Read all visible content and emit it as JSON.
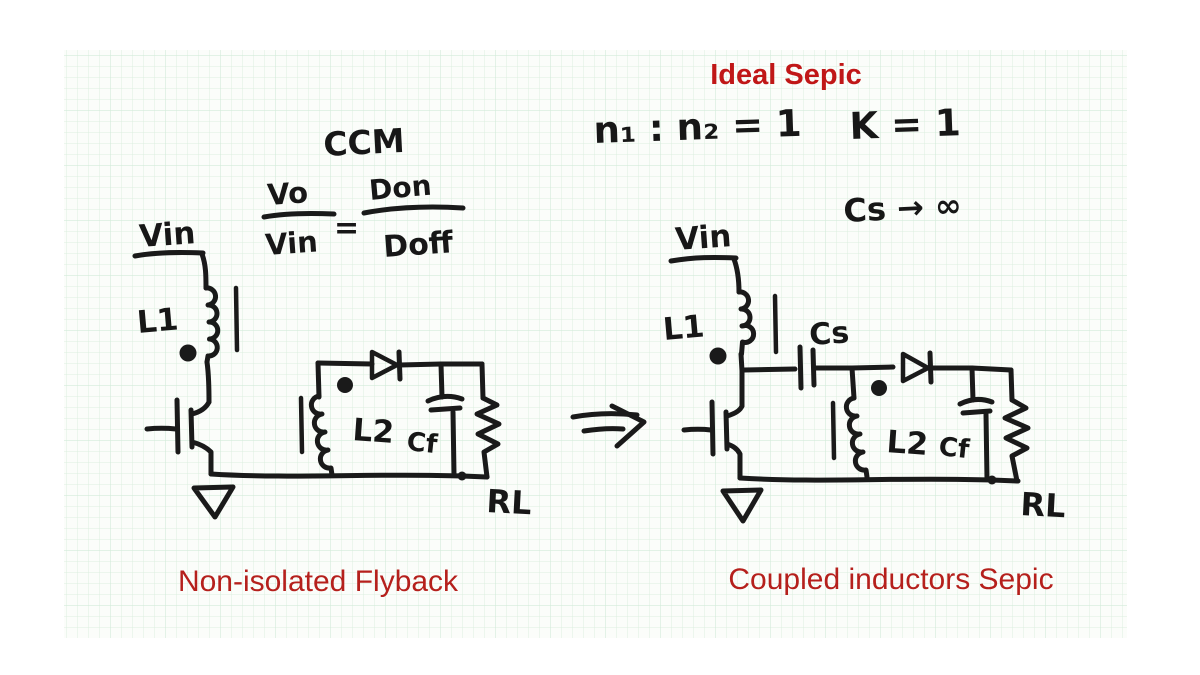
{
  "slide": {
    "title": "Ideal Sepic",
    "paper_color": "#fbfdfa",
    "grid_color": "#ddeee0",
    "grid_major_color": "#c8e6d2",
    "ink_color": "#1a1a1a",
    "title_color": "#c01717",
    "caption_color": "#b5201c"
  },
  "equations": {
    "ccm": "CCM",
    "vo": "Vo",
    "vin": "Vin",
    "equals": "=",
    "don": "Don",
    "doff": "Doff",
    "turns_ratio": "n₁ : n₂ = 1",
    "coupling": "K = 1",
    "cs_limit": "Cs → ∞"
  },
  "flyback": {
    "caption": "Non-isolated Flyback",
    "labels": {
      "vin": "Vin",
      "l1": "L1",
      "l2": "L2",
      "cf": "Cf",
      "rl": "RL"
    }
  },
  "sepic": {
    "caption": "Coupled inductors Sepic",
    "labels": {
      "vin": "Vin",
      "l1": "L1",
      "cs": "Cs",
      "l2": "L2",
      "cf": "Cf",
      "rl": "RL"
    }
  },
  "arrow": {
    "symbol": "⇒"
  }
}
